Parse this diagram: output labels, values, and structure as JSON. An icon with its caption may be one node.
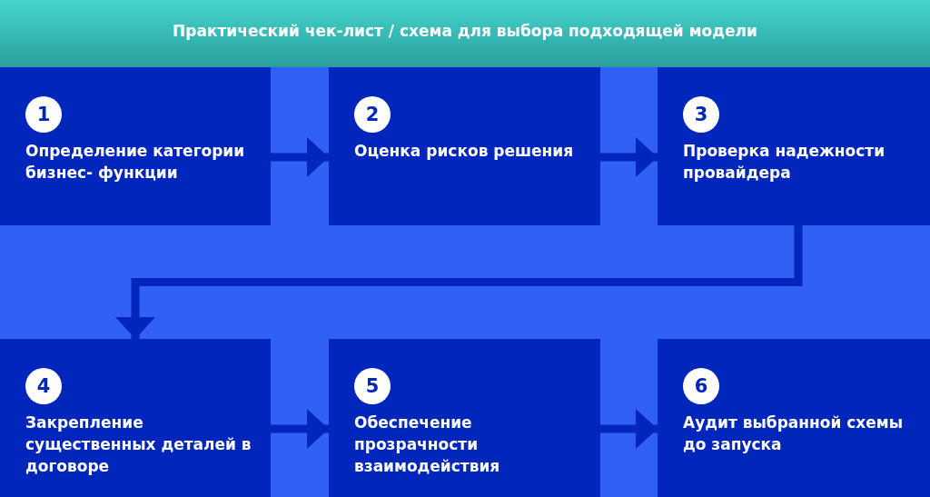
{
  "diagram": {
    "title": "Практический чек-лист / схема для выбора подходящей модели",
    "nodes": [
      {
        "text": [
          "1",
          "Определение категории бизнес- функции"
        ]
      },
      {
        "text": [
          "2",
          "Оценка рисков решения"
        ]
      },
      {
        "text": [
          "3",
          "Проверка надежности провайдера"
        ]
      },
      {
        "text": [
          "4",
          "Закрепление существенных деталей в договоре"
        ]
      },
      {
        "text": [
          "5",
          "Обеспечение прозрачности взаимодействия"
        ]
      },
      {
        "text": [
          "6",
          "Аудит выбранной схемы до запуска"
        ]
      }
    ],
    "edges": [
      {
        "from": 0,
        "to": 1,
        "arrow": "to"
      },
      {
        "from": 1,
        "to": 2,
        "arrow": "to"
      },
      {
        "from": 2,
        "to": 3,
        "arrow": "to"
      },
      {
        "from": 3,
        "to": 4,
        "arrow": "to"
      },
      {
        "from": 4,
        "to": 5,
        "arrow": "to"
      }
    ]
  }
}
